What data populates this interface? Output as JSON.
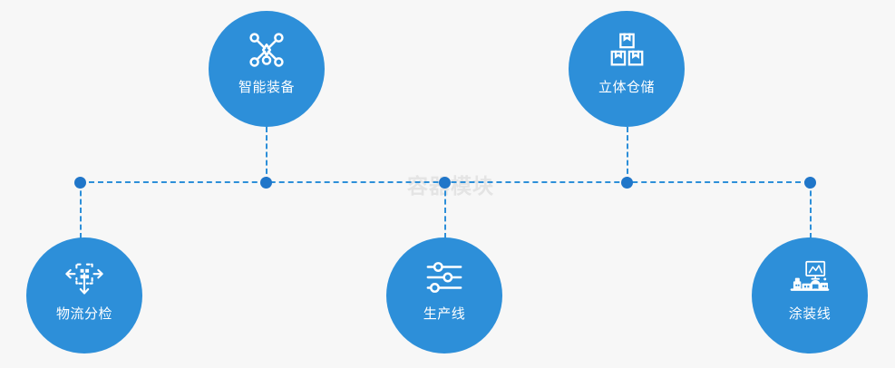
{
  "diagram": {
    "watermark": "容器模块",
    "accent_color": "#2d8fd9",
    "node_color": "#2076c9",
    "background_color": "#f7f7f7",
    "label_color": "#ffffff",
    "nodes": [
      {
        "id": "sort",
        "label": "物流分检",
        "icon": "sorting-arrows-icon",
        "position": "bottom-left"
      },
      {
        "id": "equip",
        "label": "智能装备",
        "icon": "network-nodes-icon",
        "position": "top-left"
      },
      {
        "id": "prod",
        "label": "生产线",
        "icon": "sliders-icon",
        "position": "bottom-center"
      },
      {
        "id": "ware",
        "label": "立体仓储",
        "icon": "stacked-boxes-icon",
        "position": "top-right"
      },
      {
        "id": "paint",
        "label": "涂装线",
        "icon": "machine-monitor-icon",
        "position": "bottom-right"
      }
    ]
  }
}
